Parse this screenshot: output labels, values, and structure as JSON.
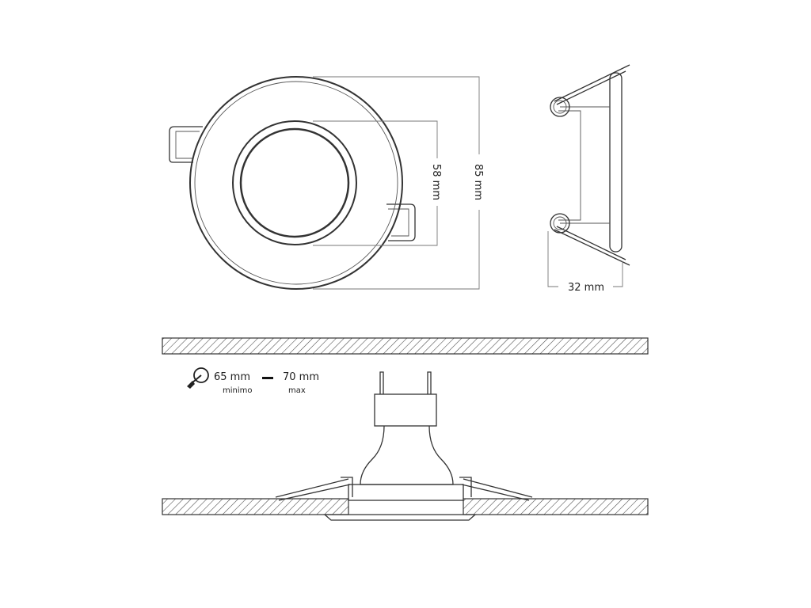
{
  "dimensions": {
    "outer_diameter": "85 mm",
    "cutout_diameter": "58 mm",
    "depth": "32 mm"
  },
  "installation": {
    "min_value": "65 mm",
    "min_label": "minimo",
    "max_value": "70 mm",
    "max_label": "max"
  }
}
